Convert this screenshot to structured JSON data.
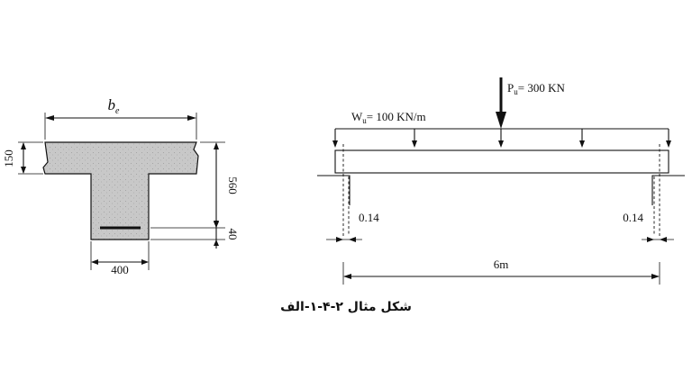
{
  "section": {
    "width_label_main": "b",
    "width_label_sub": "e",
    "flange_thickness": "150",
    "web_height": "560",
    "cover": "40",
    "web_width": "400",
    "concrete_fill": "#c8c8c8"
  },
  "beam": {
    "point_load_label_main": "P",
    "point_load_label_sub": "u",
    "point_load_label_rest": "= 300 KN",
    "distributed_load_label_main": "W",
    "distributed_load_label_sub": "u",
    "distributed_load_label_rest": "= 100 KN/m",
    "left_support_width": "0.14",
    "right_support_width": "0.14",
    "span": "6m"
  },
  "caption": "شکل مثال ۲-۴-۱-الف"
}
